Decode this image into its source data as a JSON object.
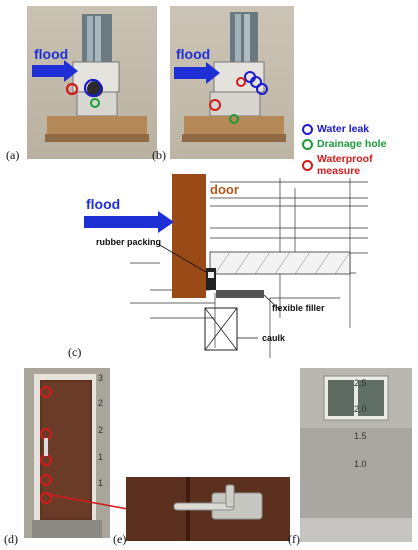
{
  "panels": {
    "a": {
      "label": "(a)",
      "flood": "flood"
    },
    "b": {
      "label": "(b)",
      "flood": "flood"
    },
    "c": {
      "label": "(c)",
      "flood": "flood",
      "door": "door",
      "rubber_packing": "rubber packing",
      "flexible_filler": "flexible filler",
      "caulk": "caulk"
    },
    "d": {
      "label": "(d)",
      "height_marks": [
        "3",
        "2",
        "2",
        "1",
        "1"
      ]
    },
    "e": {
      "label": "(e)"
    },
    "f": {
      "label": "(f)",
      "height_marks": [
        "2.5",
        "2.0",
        "1.5",
        "1.0"
      ]
    }
  },
  "legend": {
    "water_leak": {
      "label": "Water leak",
      "color": "#1a1ad0"
    },
    "drainage_hole": {
      "label": "Drainage hole",
      "color": "#1a9a3a"
    },
    "waterproof_measure": {
      "label": "Waterproof measure",
      "color": "#d21a1a"
    }
  },
  "colors": {
    "flood_arrow": "#1f2fd6",
    "door": "#9a4a17",
    "door_label": "#b5571b"
  }
}
